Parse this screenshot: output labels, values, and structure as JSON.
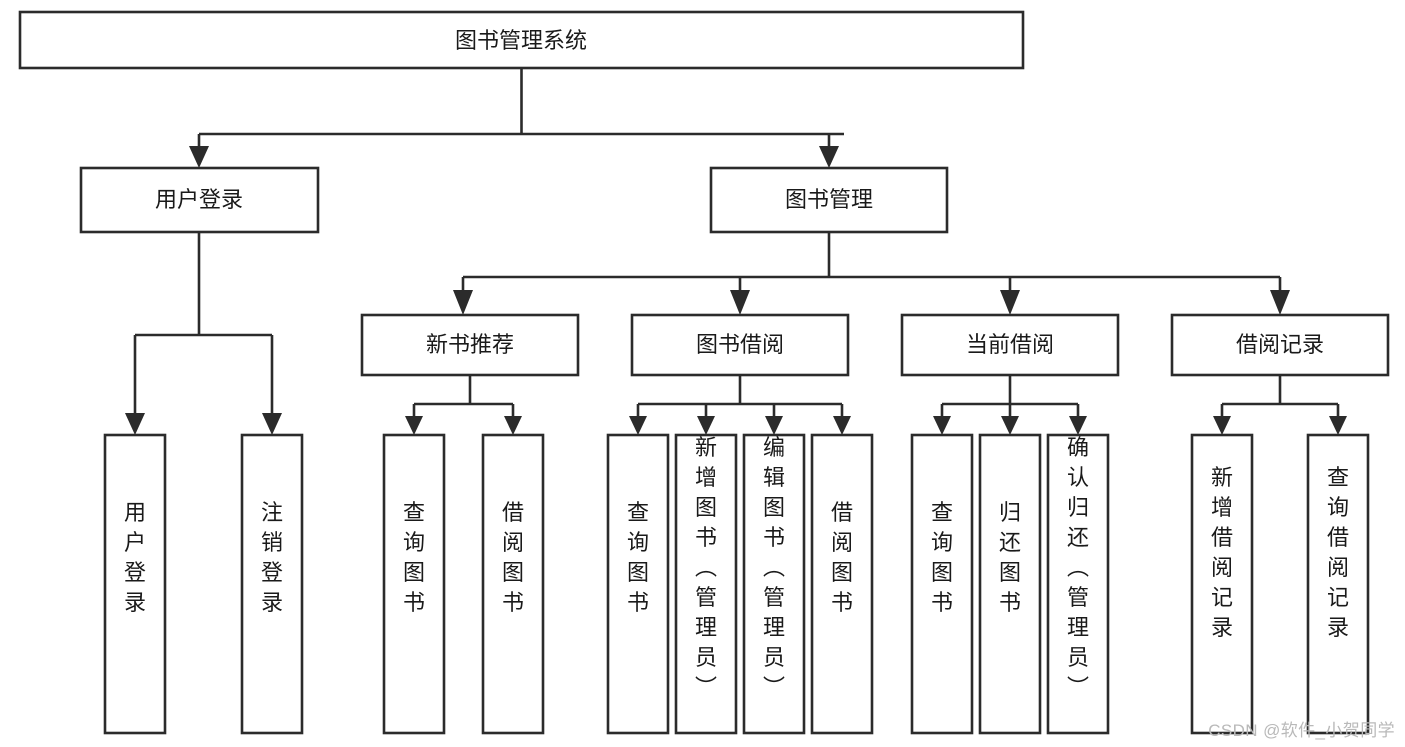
{
  "diagram": {
    "title": "图书管理系统",
    "type": "tree-hierarchy",
    "orientation": "top-down",
    "root": {
      "id": "root",
      "label": "图书管理系统"
    },
    "level1": [
      {
        "id": "user-login",
        "label": "用户登录"
      },
      {
        "id": "book-management",
        "label": "图书管理"
      }
    ],
    "level2": [
      {
        "id": "new-book-recommend",
        "label": "新书推荐",
        "parent": "book-management"
      },
      {
        "id": "book-borrow",
        "label": "图书借阅",
        "parent": "book-management"
      },
      {
        "id": "current-borrow",
        "label": "当前借阅",
        "parent": "book-management"
      },
      {
        "id": "borrow-record",
        "label": "借阅记录",
        "parent": "book-management"
      }
    ],
    "leaves": [
      {
        "id": "leaf-user-login",
        "label": "用户登录",
        "parent": "user-login"
      },
      {
        "id": "leaf-logout-login",
        "label": "注销登录",
        "parent": "user-login"
      },
      {
        "id": "leaf-query-book-1",
        "label": "查询图书",
        "parent": "new-book-recommend"
      },
      {
        "id": "leaf-borrow-book-1",
        "label": "借阅图书",
        "parent": "new-book-recommend"
      },
      {
        "id": "leaf-query-book-2",
        "label": "查询图书",
        "parent": "book-borrow"
      },
      {
        "id": "leaf-add-book",
        "label": "新增图书（管理员）",
        "parent": "book-borrow"
      },
      {
        "id": "leaf-edit-book",
        "label": "编辑图书（管理员）",
        "parent": "book-borrow"
      },
      {
        "id": "leaf-borrow-book-2",
        "label": "借阅图书",
        "parent": "book-borrow"
      },
      {
        "id": "leaf-query-book-3",
        "label": "查询图书",
        "parent": "current-borrow"
      },
      {
        "id": "leaf-return-book",
        "label": "归还图书",
        "parent": "current-borrow"
      },
      {
        "id": "leaf-confirm-return",
        "label": "确认归还（管理员）",
        "parent": "current-borrow"
      },
      {
        "id": "leaf-add-record",
        "label": "新增借阅记录",
        "parent": "borrow-record"
      },
      {
        "id": "leaf-query-record",
        "label": "查询借阅记录",
        "parent": "borrow-record"
      }
    ]
  },
  "watermark": {
    "text": "CSDN @软件_小贺同学"
  },
  "colors": {
    "stroke": "#2b2b2b",
    "fill": "#ffffff",
    "text": "#1a1a1a",
    "watermark": "#b9b9b9"
  }
}
